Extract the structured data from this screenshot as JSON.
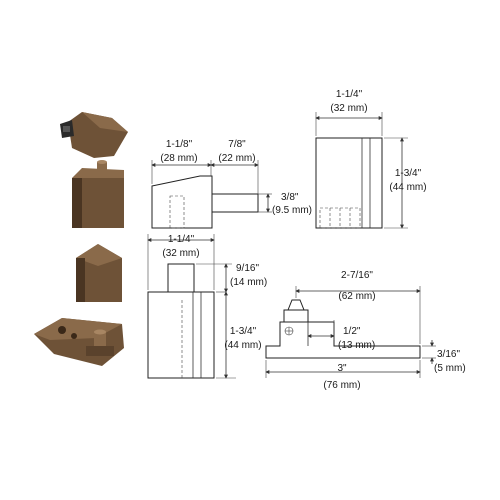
{
  "colors": {
    "bronze_light": "#8a6a4a",
    "bronze_mid": "#6e5237",
    "bronze_dark": "#4a3522",
    "line": "#333333"
  },
  "photos": [
    "top-pivot-assembly",
    "top-pivot-block",
    "bottom-pivot-block",
    "bottom-pivot-plate"
  ],
  "views": {
    "side": {
      "width_in": "1-1/8\"",
      "width_mm": "(28 mm)",
      "pin_in": "7/8\"",
      "pin_mm": "(22 mm)",
      "pin_h_in": "3/8\"",
      "pin_h_mm": "(9.5 mm)"
    },
    "front_top": {
      "width_in": "1-1/4\"",
      "width_mm": "(32 mm)",
      "height_in": "1-3/4\"",
      "height_mm": "(44 mm)"
    },
    "front_bottom": {
      "width_in": "1-1/4\"",
      "width_mm": "(32 mm)",
      "pin_in": "9/16\"",
      "pin_mm": "(14 mm)",
      "height_in": "1-3/4\"",
      "height_mm": "(44 mm)"
    },
    "plate": {
      "arm_in": "2-7/16\"",
      "arm_mm": "(62 mm)",
      "offset_in": "1/2\"",
      "offset_mm": "(13 mm)",
      "thick_in": "3/16\"",
      "thick_mm": "(5 mm)",
      "length_in": "3\"",
      "length_mm": "(76 mm)"
    }
  }
}
